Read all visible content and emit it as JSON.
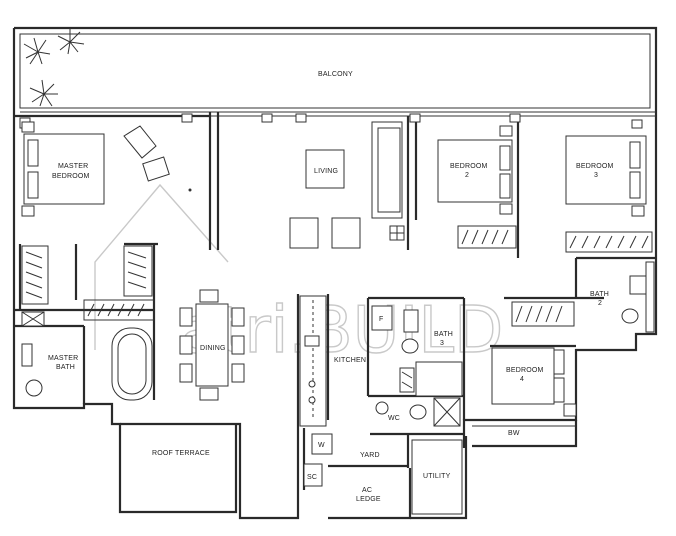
{
  "rooms": {
    "balcony": "BALCONY",
    "master_bedroom_1": "MASTER",
    "master_bedroom_2": "BEDROOM",
    "living": "LIVING",
    "bedroom2_1": "BEDROOM",
    "bedroom2_2": "2",
    "bedroom3_1": "BEDROOM",
    "bedroom3_2": "3",
    "bath2_1": "BATH",
    "bath2_2": "2",
    "master_bath_1": "MASTER",
    "master_bath_2": "BATH",
    "dining": "DINING",
    "kitchen": "KITCHEN",
    "bath3_1": "BATH",
    "bath3_2": "3",
    "fridge": "F",
    "bedroom4_1": "BEDROOM",
    "bedroom4_2": "4",
    "wc": "WC",
    "bw": "BW",
    "w": "W",
    "roof_terrace": "ROOF TERRACE",
    "yard": "YARD",
    "utility": "UTILITY",
    "sc": "SC",
    "ac_ledge_1": "AC",
    "ac_ledge_2": "LEDGE"
  },
  "watermark": "atri.BUILD"
}
